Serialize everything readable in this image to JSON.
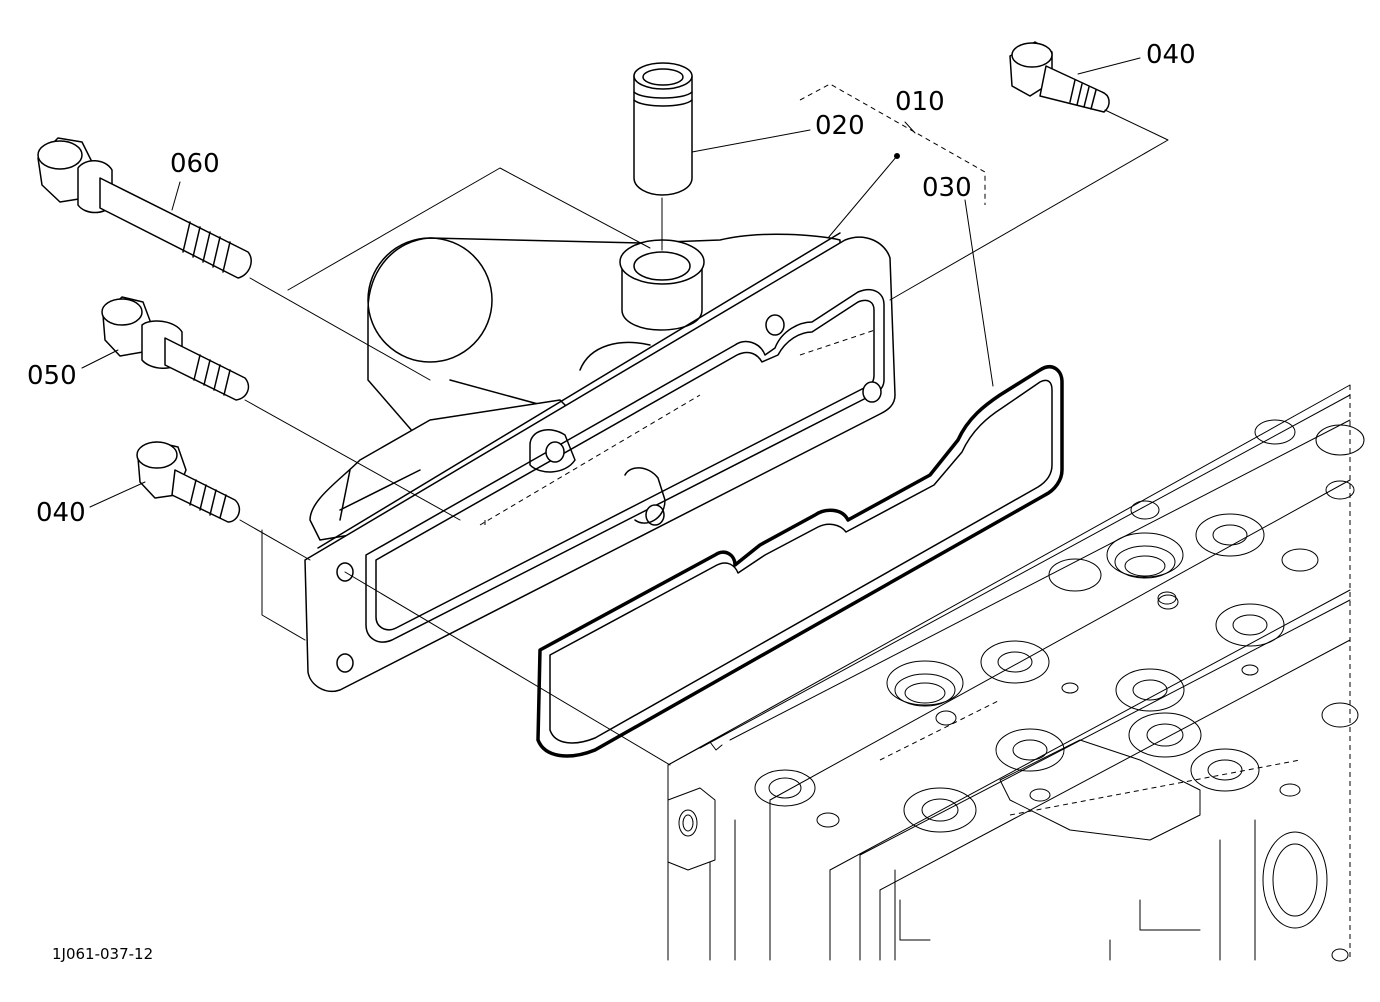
{
  "labels": {
    "p010": "010",
    "p020": "020",
    "p030": "030",
    "p040_top": "040",
    "p040_left": "040",
    "p050": "050",
    "p060": "060"
  },
  "drawing_code": "1J061-037-12"
}
